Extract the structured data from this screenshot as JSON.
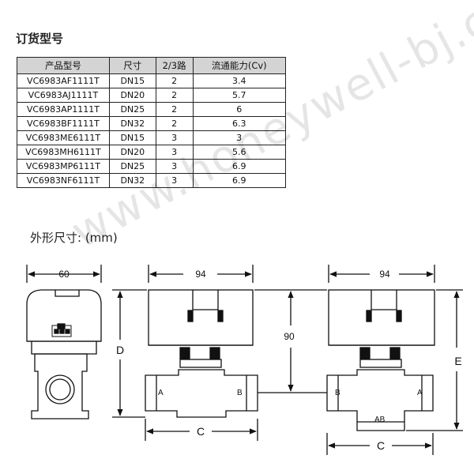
{
  "order_title": "订货型号",
  "dims_title": "外形尺寸: (mm)",
  "table": {
    "headers": [
      "产品型号",
      "尺寸",
      "2/3路",
      "流通能力(Cv)"
    ],
    "rows": [
      [
        "VC6983AF1111T",
        "DN15",
        "2",
        "3.4"
      ],
      [
        "VC6983AJ1111T",
        "DN20",
        "2",
        "5.7"
      ],
      [
        "VC6983AP1111T",
        "DN25",
        "2",
        "6"
      ],
      [
        "VC6983BF1111T",
        "DN32",
        "2",
        "6.3"
      ],
      [
        "VC6983ME6111T",
        "DN15",
        "3",
        "3"
      ],
      [
        "VC6983MH6111T",
        "DN20",
        "3",
        "5.6"
      ],
      [
        "VC6983MP6111T",
        "DN25",
        "3",
        "6.9"
      ],
      [
        "VC6983NF6111T",
        "DN32",
        "3",
        "6.9"
      ]
    ]
  },
  "drawing": {
    "dim_60": "60",
    "dim_94_left": "94",
    "dim_94_right": "94",
    "dim_90": "90",
    "dim_D": "D",
    "dim_E": "E",
    "dim_C_left": "C",
    "dim_C_right": "C",
    "port_A_left": "A",
    "port_B_left": "B",
    "port_B_right": "B",
    "port_A_right": "A",
    "port_AB": "AB"
  },
  "watermark": "www.honeywell-bj.cn"
}
